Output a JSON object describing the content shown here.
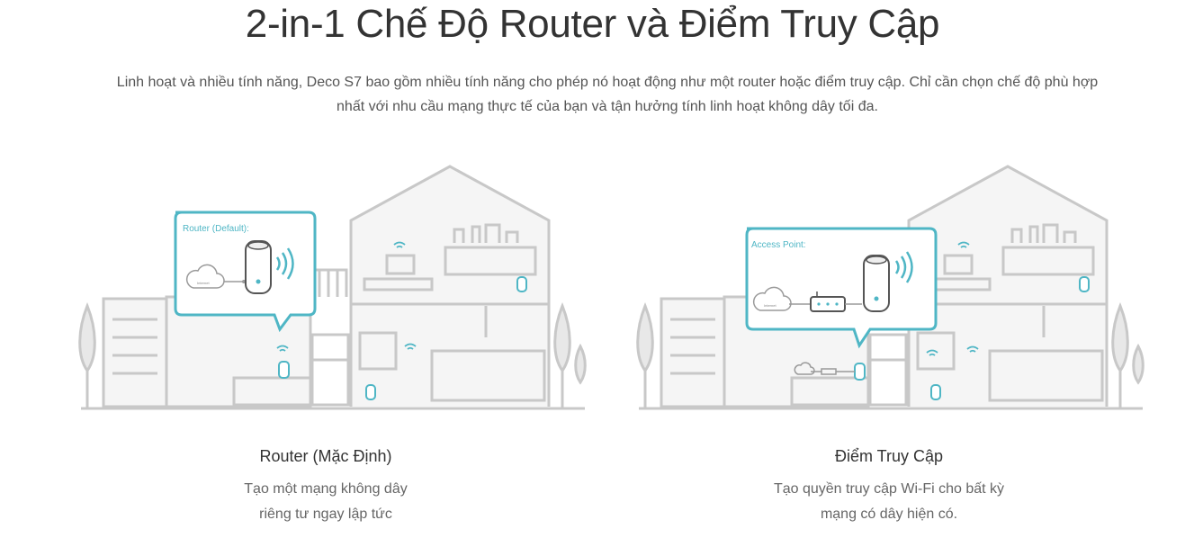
{
  "header": {
    "title": "2-in-1 Chế Độ Router và Điểm Truy Cập",
    "intro_line1": "Linh hoạt và nhiều tính năng, Deco S7 bao gồm nhiều tính năng cho phép nó hoạt động như một router hoặc điểm truy cập. Chỉ cần chọn chế độ phù hợp",
    "intro_line2": "nhất với nhu cầu mạng thực tế của bạn và tận hưởng tính linh hoạt không dây tối đa."
  },
  "modes": [
    {
      "callout_label": "Router (Default):",
      "cloud_label": "Internet",
      "title": "Router (Mặc Định)",
      "desc_line1": "Tạo một mạng không dây",
      "desc_line2": "riêng tư ngay lập tức"
    },
    {
      "callout_label": "Access Point:",
      "cloud_label": "Internet",
      "title": "Điểm Truy Cập",
      "desc_line1": "Tạo quyền truy cập Wi-Fi cho bất kỳ",
      "desc_line2": "mạng có dây hiện có."
    }
  ],
  "colors": {
    "accent": "#4fb6c5",
    "house_line": "#c8c8c8",
    "house_fill": "#f5f5f5",
    "text_dark": "#333333",
    "text_muted": "#666666"
  }
}
